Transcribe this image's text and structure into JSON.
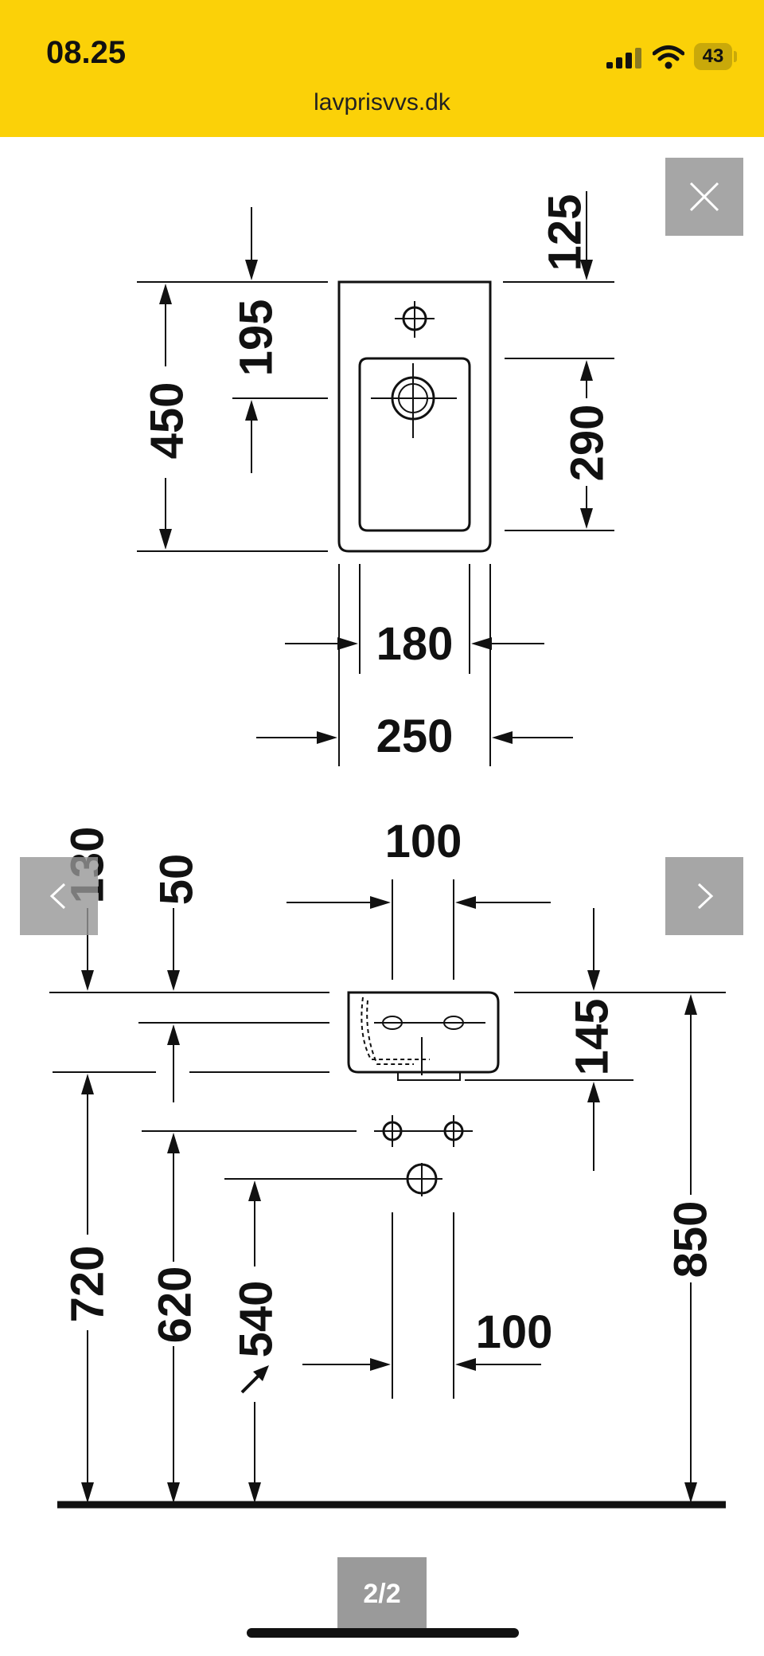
{
  "status_bar": {
    "time": "08.25",
    "battery": "43",
    "url": "lavprisvvs.dk",
    "background_color": "#FBD108"
  },
  "viewer": {
    "close_icon": "close-icon",
    "prev_icon": "chevron-left-icon",
    "next_icon": "chevron-right-icon",
    "counter": "2/2"
  },
  "drawing": {
    "top_view": {
      "d_125": "125",
      "d_195": "195",
      "d_450": "450",
      "d_290": "290",
      "d_180": "180",
      "d_250": "250"
    },
    "side_view": {
      "d_130": "130",
      "d_50": "50",
      "d_100_top": "100",
      "d_145": "145",
      "d_720": "720",
      "d_620": "620",
      "d_540": "540",
      "d_100_bottom": "100",
      "d_850": "850"
    }
  }
}
